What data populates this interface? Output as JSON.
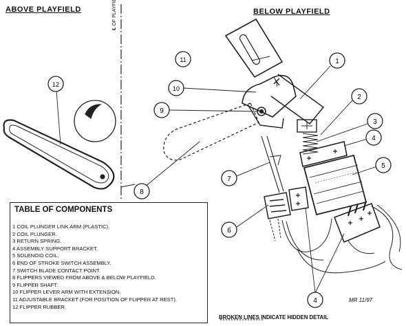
{
  "headers": {
    "above": "ABOVE PLAYFIELD",
    "below": "BELOW PLAYFIELD"
  },
  "centerline_label": "℄ OF PLAYFIELD",
  "table": {
    "title": "TABLE OF COMPONENTS",
    "items": [
      "1  COIL PLUNGER LINK ARM (PLASTIC).",
      "2  COIL PLUNGER.",
      "3  RETURN SPRING.",
      "4  ASSEMBLY SUPPORT BRACKET.",
      "5  SOLENOID COIL.",
      "6  END OF STROKE SWITCH ASSEMBLY.",
      "7  SWITCH BLADE CONTACT POINT.",
      "8  FLIPPERS VIEWED FROM ABOVE & BELOW PLAYFIELD.",
      "9  FLIPPER SHAFT.",
      "10 FLIPPER LEVER ARM WITH EXTENSION.",
      "11 ADJUSTABLE BRACKET (FOR POSITION OF FLIPPER AT REST).",
      "12 FLIPPER RUBBER."
    ]
  },
  "callouts": [
    "1",
    "2",
    "3",
    "4",
    "4",
    "5",
    "6",
    "7",
    "8",
    "9",
    "10",
    "11",
    "12"
  ],
  "footer_note": "BROKEN LINES INDICATE HIDDEN DETAIL",
  "signature": "MR 11/97"
}
